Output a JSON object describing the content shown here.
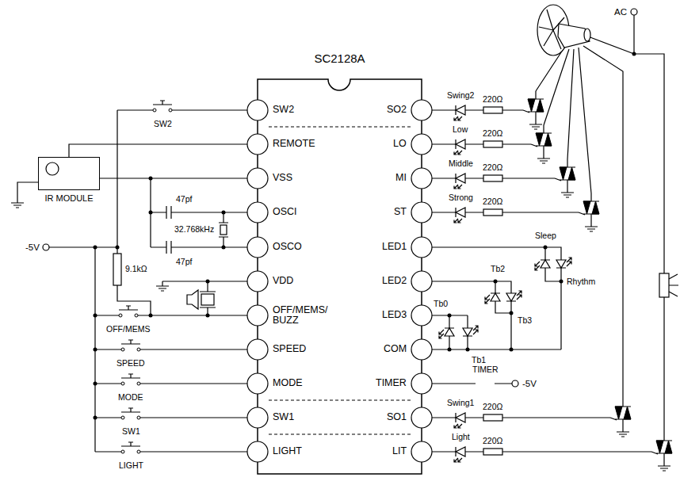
{
  "diagram": {
    "nodes": [
      {
        "text": [
          "SC2128A"
        ]
      },
      {
        "text": [
          "IR MODULE"
        ]
      }
    ],
    "edges": [
      {
        "from": 1,
        "to": 0,
        "arrow": "none"
      }
    ],
    "labels": [
      "SW2",
      "REMOTE",
      "VSS",
      "OSCI",
      "OSCO",
      "VDD",
      "OFF/MEMS/ BUZZ",
      "SPEED",
      "MODE",
      "SW1",
      "LIGHT",
      "SO2",
      "LO",
      "MI",
      "ST",
      "LED1",
      "LED2",
      "LED3",
      "COM",
      "TIMER",
      "SO1",
      "LIT",
      "SW2",
      "OFF/MEMS",
      "SPEED",
      "MODE",
      "SW1",
      "LIGHT",
      "TIMER",
      "-5V",
      "-5V",
      "AC",
      "47pf",
      "47pf",
      "32.768kHz",
      "9.1kΩ",
      "220Ω",
      "220Ω",
      "220Ω",
      "220Ω",
      "220Ω",
      "220Ω",
      "Swing2",
      "Low",
      "Middle",
      "Strong",
      "Swing1",
      "Light",
      "Sleep",
      "Rhythm",
      "Tb2",
      "Tb3",
      "Tb0",
      "Tb1"
    ]
  }
}
